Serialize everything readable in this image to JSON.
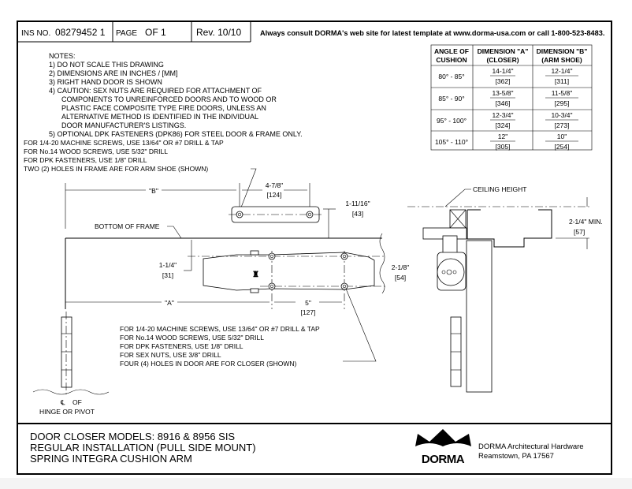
{
  "header": {
    "ins_label": "INS NO.",
    "ins_number": "08279452 1",
    "page_label": "PAGE",
    "page_of": "OF 1",
    "rev": "Rev. 10/10",
    "consult": "Always consult DORMA's web site for latest template at www.dorma-usa.com or call 1-800-523-8483."
  },
  "notes": {
    "title": "NOTES:",
    "lines": [
      "1) DO NOT SCALE THIS DRAWING",
      "2) DIMENSIONS ARE IN INCHES / [MM]",
      "3) RIGHT HAND DOOR IS SHOWN",
      "4) CAUTION: SEX NUTS ARE REQUIRED FOR ATTACHMENT OF",
      "COMPONENTS TO UNREINFORCED DOORS AND TO WOOD OR",
      "PLASTIC FACE COMPOSITE TYPE FIRE DOORS, UNLESS AN",
      "ALTERNATIVE METHOD IS IDENTIFIED IN THE INDIVIDUAL",
      "DOOR MANUFACTURER'S LISTINGS.",
      "5) OPTIONAL DPK FASTENERS (DPK86) FOR STEEL DOOR & FRAME ONLY."
    ]
  },
  "table": {
    "headers": [
      [
        "ANGLE OF",
        "CUSHION"
      ],
      [
        "DIMENSION \"A\"",
        "(CLOSER)"
      ],
      [
        "DIMENSION \"B\"",
        "(ARM SHOE)"
      ]
    ],
    "rows": [
      {
        "angle": "80° - 85°",
        "a": "14-1/4\"",
        "a_mm": "[362]",
        "b": "12-1/4\"",
        "b_mm": "[311]"
      },
      {
        "angle": "85° - 90°",
        "a": "13-5/8\"",
        "a_mm": "[346]",
        "b": "11-5/8\"",
        "b_mm": "[295]"
      },
      {
        "angle": "95° - 100°",
        "a": "12-3/4\"",
        "a_mm": "[324]",
        "b": "10-3/4\"",
        "b_mm": "[273]"
      },
      {
        "angle": "105° - 110°",
        "a": "12\"",
        "a_mm": "[305]",
        "b": "10\"",
        "b_mm": "[254]"
      }
    ]
  },
  "frame_notes": [
    "FOR 1/4-20 MACHINE SCREWS, USE 13/64\" OR #7 DRILL & TAP",
    "FOR No.14 WOOD SCREWS, USE 5/32\" DRILL",
    "FOR DPK FASTENERS, USE 1/8\" DRILL",
    "TWO (2) HOLES IN FRAME ARE FOR ARM SHOE (SHOWN)"
  ],
  "door_notes": [
    "FOR 1/4-20 MACHINE SCREWS, USE 13/64\" OR #7 DRILL & TAP",
    "FOR No.14 WOOD SCREWS, USE 5/32\" DRILL",
    "FOR DPK FASTENERS, USE 1/8\" DRILL",
    "FOR SEX NUTS, USE 3/8\" DRILL",
    "FOUR (4) HOLES IN DOOR ARE FOR CLOSER (SHOWN)"
  ],
  "dimensions": {
    "b": "\"B\"",
    "shoe_width": "4-7/8\"",
    "shoe_width_mm": "[124]",
    "shoe_height": "1-11/16\"",
    "shoe_height_mm": "[43]",
    "bottom_of_frame": "BOTTOM OF FRAME",
    "closer_offset": "1-1/4\"",
    "closer_offset_mm": "[31]",
    "closer_height": "2-1/8\"",
    "closer_height_mm": "[54]",
    "a": "\"A\"",
    "hole_spacing": "5\"",
    "hole_spacing_mm": "[127]",
    "ceiling": "CEILING HEIGHT",
    "ceiling_min": "2-1/4\" MIN.",
    "ceiling_min_mm": "[57]",
    "cl_of": "OF",
    "cl_symbol": "℄",
    "hinge": "HINGE OR PIVOT"
  },
  "footer": {
    "title_lines": [
      "DOOR CLOSER MODELS: 8916 & 8956 SIS",
      "REGULAR INSTALLATION (PULL SIDE MOUNT)",
      "SPRING INTEGRA CUSHION ARM"
    ],
    "logo_text": "DORMA",
    "company": "DORMA Architectural Hardware",
    "address": "Reamstown, PA 17567"
  }
}
